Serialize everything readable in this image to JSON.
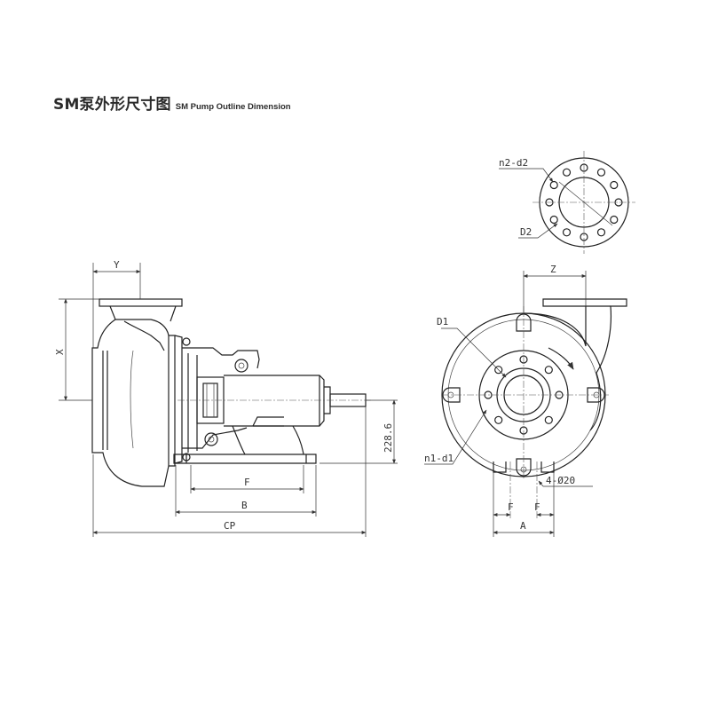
{
  "header": {
    "title_cn": "SM泵外形尺寸图",
    "title_en": "SM Pump Outline Dimension"
  },
  "side_view": {
    "labels": {
      "y": "Y",
      "x": "X",
      "height": "228.6",
      "f": "F",
      "b": "B",
      "cp": "CP"
    }
  },
  "front_view": {
    "labels": {
      "z": "Z",
      "d1": "D1",
      "n1_d1": "n1-d1",
      "holes": "4-Ø20",
      "f_left": "F",
      "f_right": "F",
      "a": "A"
    }
  },
  "flange_view": {
    "labels": {
      "n2_d2": "n2-d2",
      "d2": "D2"
    }
  }
}
